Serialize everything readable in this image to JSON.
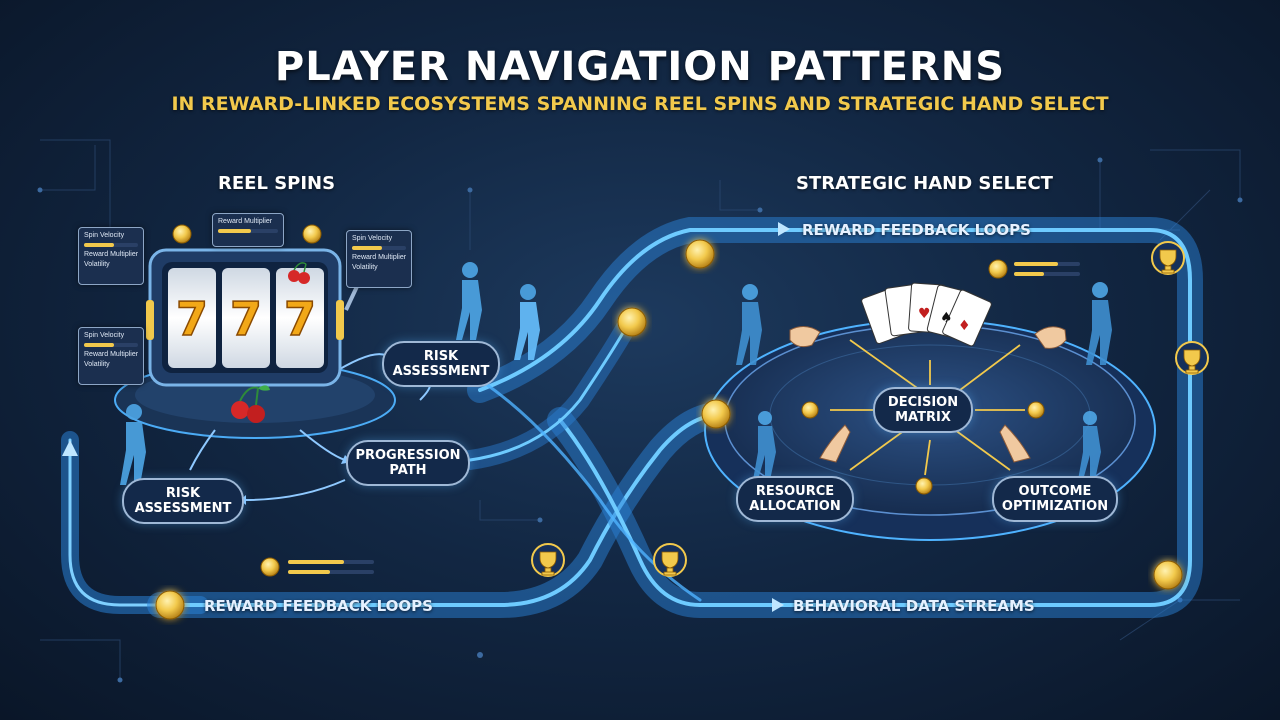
{
  "header": {
    "title": "PLAYER NAVIGATION PATTERNS",
    "subtitle": "IN REWARD-LINKED ECOSYSTEMS SPANNING REEL SPINS AND STRATEGIC HAND SELECT"
  },
  "sections": {
    "left": "REEL SPINS",
    "right": "STRATEGIC HAND SELECT"
  },
  "nodes": {
    "risk_upper": "RISK\nASSESSMENT",
    "progression": "PROGRESSION\nPATH",
    "risk_lower": "RISK\nASSESSMENT",
    "decision": "DECISION\nMATRIX",
    "resource": "RESOURCE\nALLOCATION",
    "outcome": "OUTCOME\nOPTIMIZATION"
  },
  "flows": {
    "reward_top": "REWARD FEEDBACK LOOPS",
    "reward_bottom": "REWARD FEEDBACK LOOPS",
    "behavioral": "BEHAVIORAL DATA STREAMS"
  },
  "minis": {
    "panel_a": {
      "row1": "Spin Velocity",
      "row2": "Reward Multiplier",
      "row3": "Volatility"
    },
    "panel_b": {
      "row1": "Reward Multiplier"
    },
    "panel_c": {
      "row1": "Spin Velocity",
      "row2": "Reward Multiplier",
      "row3": "Volatility"
    },
    "panel_d": {
      "row1": "Spin Velocity",
      "row2": "Reward Multiplier",
      "row3": "Volatility"
    }
  },
  "reels": {
    "r1": "7",
    "r2": "7",
    "r3": "7"
  },
  "colors": {
    "path": "#4fb3ff",
    "path_glow": "#2a7fd4",
    "accent": "#f2c94c",
    "node_border": "#9fb8d6",
    "background": "#122743"
  },
  "icons": [
    "coin-icon",
    "trophy-icon",
    "cherry-icon",
    "playing-cards-icon",
    "player-figure-icon",
    "hand-icon"
  ]
}
